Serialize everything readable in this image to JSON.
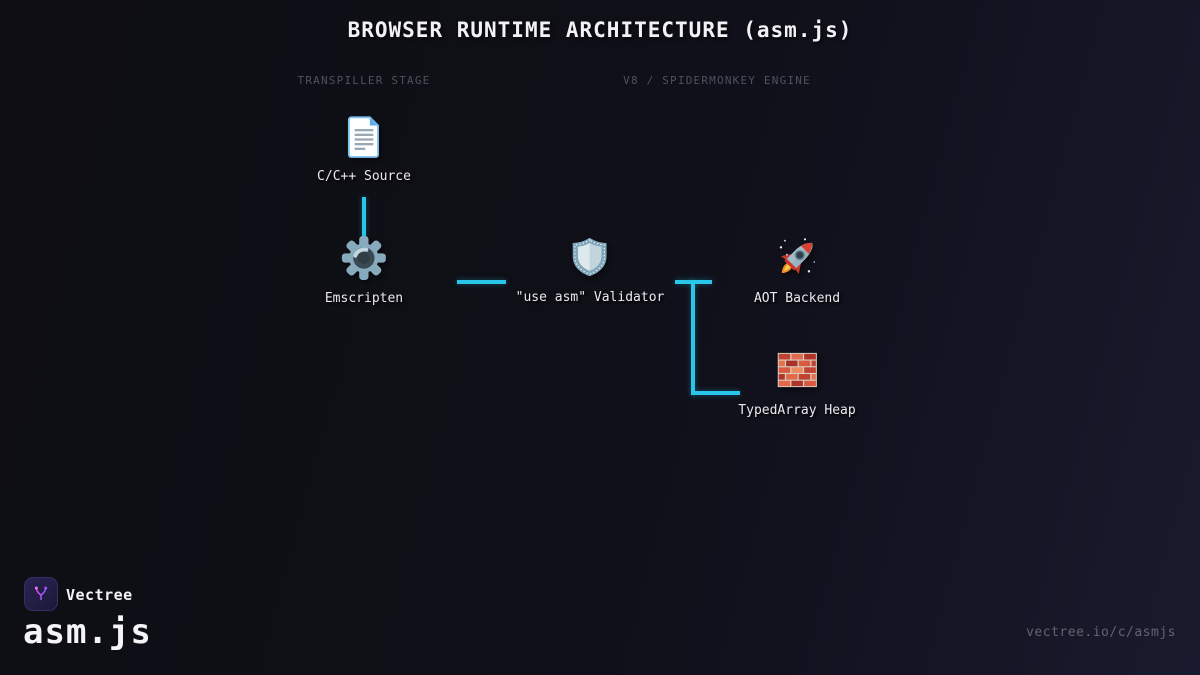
{
  "header": {
    "title": "BROWSER RUNTIME ARCHITECTURE (asm.js)"
  },
  "sections": [
    {
      "label": "TRANSPILLER STAGE"
    },
    {
      "label": "V8 / SPIDERMONKEY ENGINE"
    }
  ],
  "diagram": {
    "nodes": [
      {
        "id": "cpp-source",
        "icon": "document-icon",
        "label": "C/C++ Source"
      },
      {
        "id": "emscripten",
        "icon": "gear-icon",
        "label": "Emscripten"
      },
      {
        "id": "use-asm-validator",
        "icon": "shield-icon",
        "label": "\"use asm\" Validator"
      },
      {
        "id": "aot-backend",
        "icon": "rocket-icon",
        "label": "AOT Backend"
      },
      {
        "id": "typedarray-heap",
        "icon": "brick-wall-icon",
        "label": "TypedArray Heap"
      }
    ],
    "connectors": [
      {
        "from": "cpp-source",
        "to": "emscripten",
        "style": "vertical-partial"
      },
      {
        "from": "emscripten",
        "to": "use-asm-validator",
        "style": "horizontal-partial"
      },
      {
        "from": "use-asm-validator",
        "to": "aot-backend",
        "style": "horizontal-partial"
      },
      {
        "from": "use-asm-validator",
        "to": "typedarray-heap",
        "style": "elbow-down-right"
      }
    ]
  },
  "footer": {
    "brand": "Vectree",
    "topic": "asm.js",
    "url": "vectree.io/c/asmjs"
  },
  "colors": {
    "accent_line": "#29c6ea",
    "background_left": "#0e0e14",
    "background_right": "#1a1a2e",
    "title_text": "#f2f2f6",
    "section_label_text": "#50505f",
    "node_label_text": "#e9e9ee",
    "url_text": "#63636f"
  }
}
